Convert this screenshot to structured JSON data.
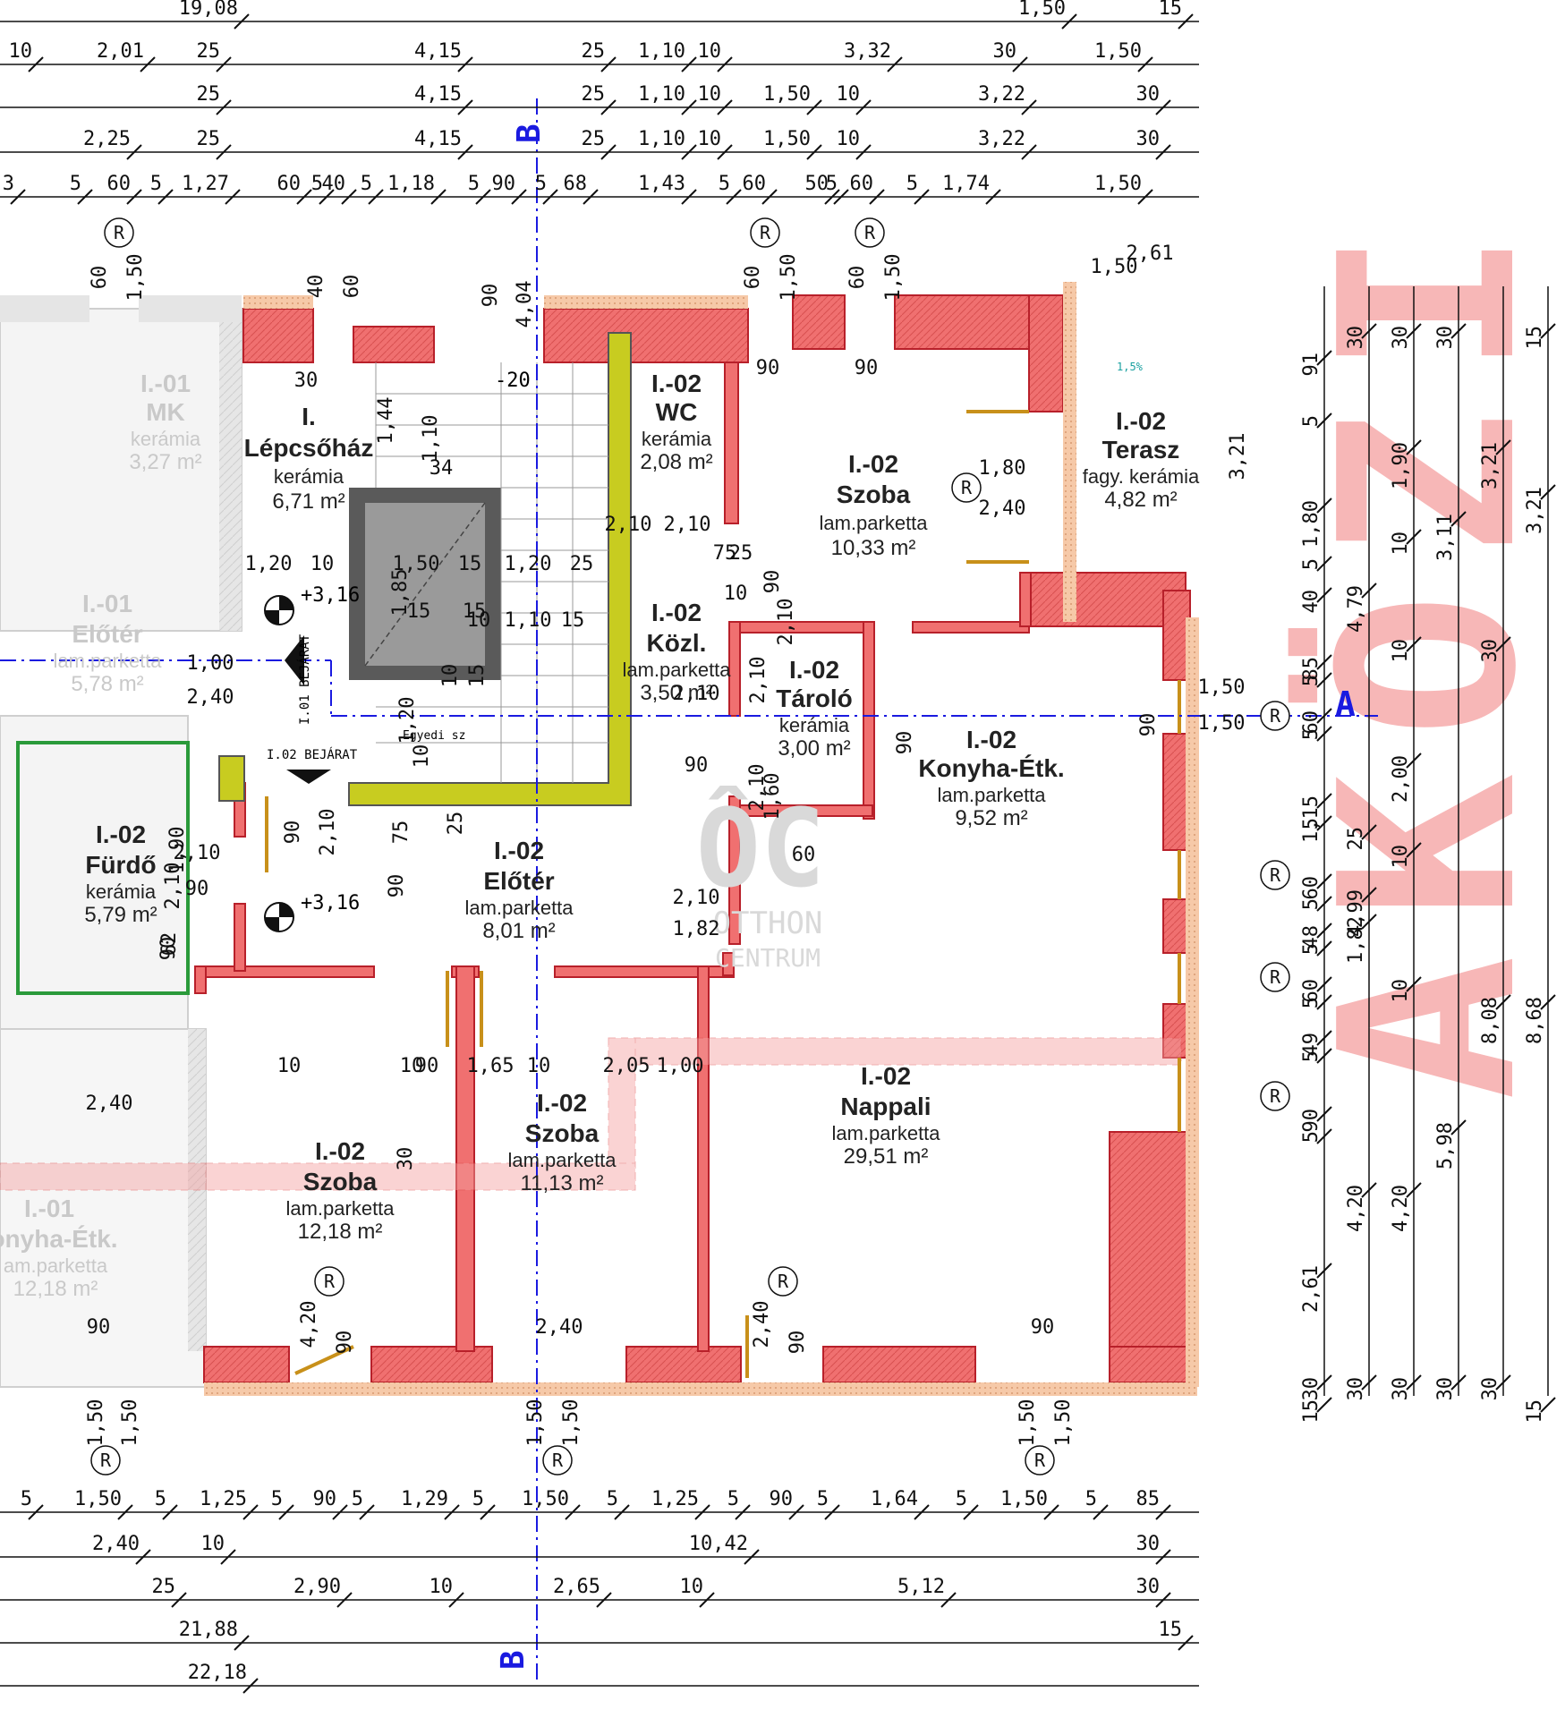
{
  "rooms": [
    {
      "id": "I.-02",
      "name": "Lépcsőház",
      "id_display": "I.",
      "material": "kerámia",
      "area": "6,71 m²"
    },
    {
      "id": "I.-02",
      "name": "WC",
      "material": "kerámia",
      "area": "2,08 m²"
    },
    {
      "id": "I.-02",
      "name": "Szoba",
      "material": "lam.parketta",
      "area": "10,33 m²"
    },
    {
      "id": "I.-02",
      "name": "Terasz",
      "material": "fagy. kerámia",
      "area": "4,82 m²"
    },
    {
      "id": "I.-02",
      "name": "Közl.",
      "material": "lam.parketta",
      "area": "3,50 m²"
    },
    {
      "id": "I.-02",
      "name": "Tároló",
      "material": "kerámia",
      "area": "3,00 m²"
    },
    {
      "id": "I.-02",
      "name": "Konyha-Étk.",
      "material": "lam.parketta",
      "area": "9,52 m²"
    },
    {
      "id": "I.-02",
      "name": "Fürdő",
      "material": "kerámia",
      "area": "5,79 m²"
    },
    {
      "id": "I.-02",
      "name": "Előtér",
      "material": "lam.parketta",
      "area": "8,01 m²"
    },
    {
      "id": "I.-02",
      "name": "Szoba",
      "material": "lam.parketta",
      "area": "11,13 m²"
    },
    {
      "id": "I.-02",
      "name": "Szoba",
      "material": "lam.parketta",
      "area": "12,18 m²"
    },
    {
      "id": "I.-02",
      "name": "Nappali",
      "material": "lam.parketta",
      "area": "29,51 m²"
    }
  ],
  "faded_rooms": [
    {
      "id": "I.-01",
      "name": "MK",
      "material": "kerámia",
      "area": "3,27 m²"
    },
    {
      "id": "I.-01",
      "name": "Előtér",
      "material": "lam.parketta",
      "area": "5,78 m²"
    },
    {
      "id": "I.-01",
      "name": "onyha-Étk.",
      "material": "am.parketta",
      "area": "12,18 m²"
    }
  ],
  "entrances": [
    "I.01 BEJÁRAT",
    "I.02 BEJÁRAT"
  ],
  "levels": [
    "+3,16",
    "+3,16",
    "-20"
  ],
  "section_marks": {
    "vertical": "B",
    "horizontal": "A"
  },
  "radiator_mark": "R",
  "slope": "1,5%",
  "stair_note": "Egyedi sz",
  "watermark": {
    "line1": "OTTHON",
    "line2": "CENTRUM",
    "logo": "ÔC"
  },
  "side_text": "AKÖZI",
  "colors": {
    "wall": "#f07070",
    "wall_edge": "#b8202a",
    "core": "#c8cc20",
    "section_line": "#1a1ae0",
    "orange": "#e8781a",
    "pink_zone": "#f4a0a0",
    "watermark": "#f7b7b7"
  },
  "top_dims": {
    "row1": [
      "19,08",
      "1,50",
      "15"
    ],
    "row2": [
      "10",
      "2,01",
      "25",
      "4,15",
      "25",
      "1,10",
      "10",
      "3,32",
      "30",
      "1,50"
    ],
    "row3": [
      "25",
      "4,15",
      "25",
      "1,10",
      "10",
      "1,50",
      "10",
      "3,22",
      "30"
    ],
    "row4": [
      "2,25",
      "25",
      "4,15",
      "25",
      "1,10",
      "10",
      "1,50",
      "10",
      "3,22",
      "30"
    ],
    "row5": [
      ")3",
      "5",
      "60",
      "5",
      "1,27",
      "60",
      "40",
      "5",
      "1,18",
      "5",
      "90",
      "5",
      "68",
      "1,43",
      "5",
      "60",
      "50",
      "60",
      "5",
      "1,74",
      "1,50",
      "5",
      "5"
    ]
  },
  "bottom_dims": {
    "row1": [
      "5",
      "1,50",
      "5",
      "1,25",
      "5",
      "90",
      "5",
      "1,29",
      "5",
      "1,50",
      "5",
      "1,25",
      "5",
      "90",
      "5",
      "1,64",
      "5",
      "1,50",
      "5",
      "85"
    ],
    "row2": [
      "2,40",
      "10",
      "10,42",
      "30"
    ],
    "row3": [
      "25",
      "2,90",
      "10",
      "2,65",
      "10",
      "5,12",
      "30"
    ],
    "row4": [
      "21,88",
      "15"
    ],
    "row5": [
      "22,18"
    ]
  },
  "right_dims": {
    "col1": [
      "91",
      "5",
      "1,80",
      "5",
      "40",
      "85",
      "5",
      "60",
      "5",
      "1,15",
      "5",
      "60",
      "5",
      "48",
      "5",
      "60",
      "5",
      "49",
      "5",
      "90",
      "5",
      "2,61",
      "30",
      "15"
    ],
    "col2": [
      "30",
      "4,79",
      "4,99",
      "25",
      "1,82",
      "4,20",
      "30"
    ],
    "col3": [
      "30",
      "1,90",
      "10",
      "10",
      "2,00",
      "10",
      "10",
      "4,20",
      "30"
    ],
    "col4": [
      "30",
      "3,11",
      "5,98",
      "30"
    ],
    "col5": [
      "3,21",
      "30",
      "8,08",
      "30"
    ],
    "col6": [
      "15",
      "3,21",
      "8,68",
      "15"
    ]
  },
  "inner_dims": [
    "60",
    "1,50",
    "40",
    "60",
    "90",
    "4,04",
    "60",
    "1,50",
    "60",
    "1,50",
    "1,50",
    "2,61",
    "30",
    "1,44",
    "1,10",
    "34",
    "90",
    "90",
    "1,80",
    "2,40",
    "3,21",
    "1,20",
    "10",
    "1,50",
    "15",
    "1,20",
    "25",
    "1,85",
    "15",
    "15",
    "10",
    "1,10",
    "15",
    "10",
    "15",
    "1,00",
    "2,40",
    "1,20",
    "10",
    "25",
    "75",
    "2,10",
    "2,10",
    "75",
    "25",
    "10",
    "90",
    "2,10",
    "2,10",
    "90",
    "90",
    "2,10",
    "2,10",
    "1,60",
    "60",
    "1,50",
    "1,50",
    "90",
    "2,10",
    "1,82",
    "90",
    "2,10",
    "90",
    "2,10",
    "1,90",
    "90",
    "10",
    "10",
    "90",
    "1,65",
    "10",
    "2,05",
    "1,00",
    "2,40",
    "90",
    "2,10",
    "62",
    "30",
    "4,20",
    "90",
    "2,40",
    "90",
    "2,40",
    "90",
    "90",
    "1,50",
    "1,50",
    "1,50",
    "1,50",
    "1,50",
    "1,50"
  ]
}
